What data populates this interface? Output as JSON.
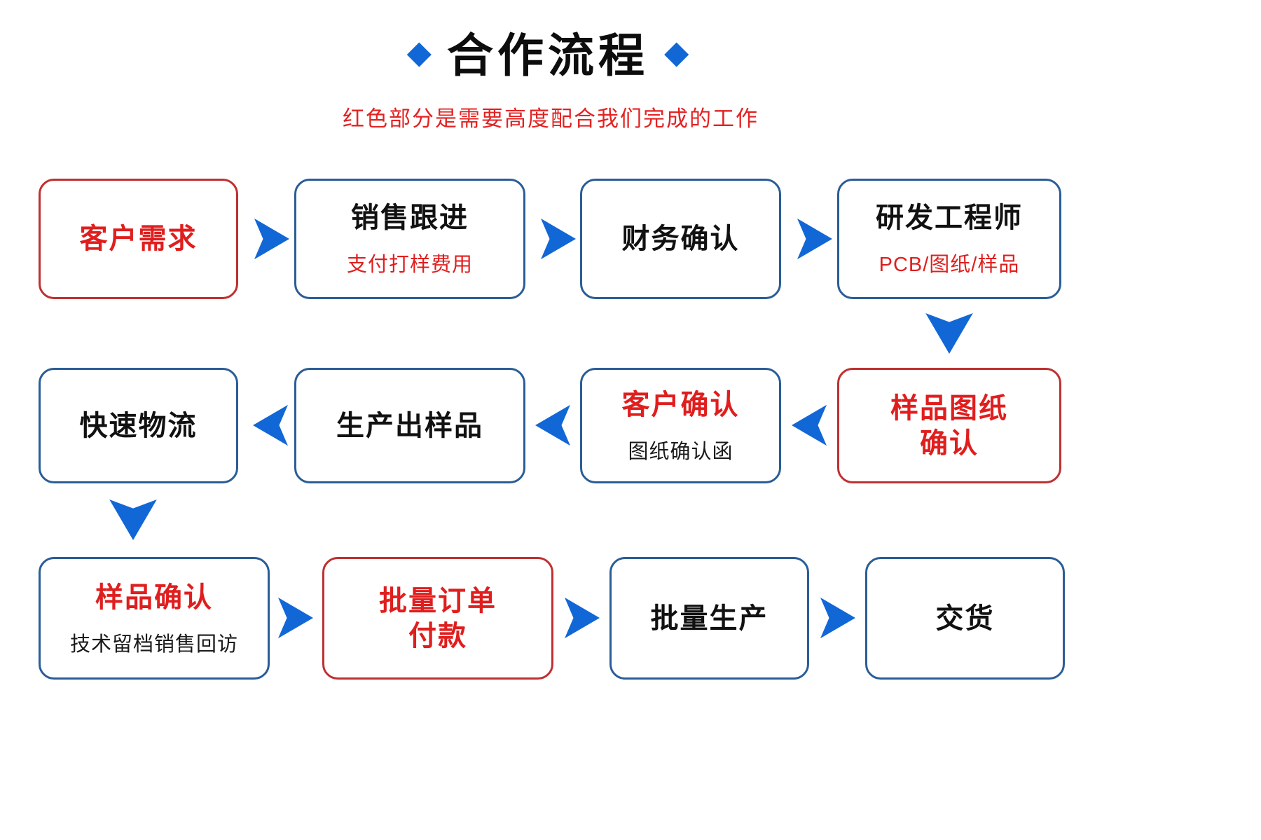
{
  "header": {
    "title": "合作流程",
    "subtitle": "红色部分是需要高度配合我们完成的工作",
    "diamond_left": "◆",
    "diamond_right": "◆"
  },
  "colors": {
    "arrow_blue": "#1267d6",
    "border_blue": "#2a5d97",
    "border_red": "#bf3030",
    "highlight_red": "#e01e1e",
    "text_black": "#111111"
  },
  "nodes": [
    {
      "title": "客户需求"
    },
    {
      "title": "销售跟进",
      "subtitle": "支付打样费用"
    },
    {
      "title": "财务确认"
    },
    {
      "title": "研发工程师",
      "subtitle": "PCB/图纸/样品"
    },
    {
      "title": "样品图纸",
      "title2": "确认"
    },
    {
      "title": "客户确认",
      "subtitle": "图纸确认函"
    },
    {
      "title": "生产出样品"
    },
    {
      "title": "快速物流"
    },
    {
      "title": "样品确认",
      "subtitle": "技术留档销售回访"
    },
    {
      "title": "批量订单",
      "title2": "付款"
    },
    {
      "title": "批量生产"
    },
    {
      "title": "交货"
    }
  ]
}
